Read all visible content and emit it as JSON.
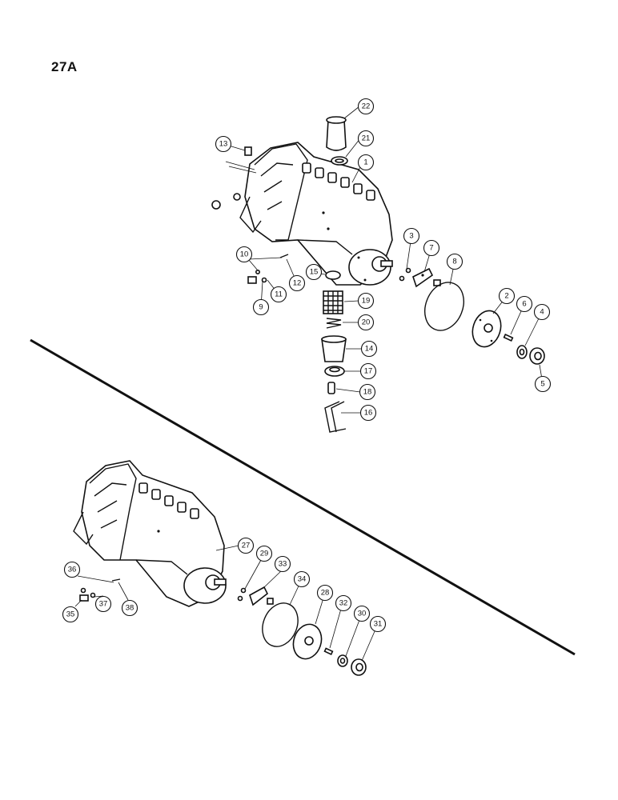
{
  "page": {
    "title": "27A"
  },
  "callouts": {
    "c1": "1",
    "c2": "2",
    "c3": "3",
    "c4": "4",
    "c5": "5",
    "c6": "6",
    "c7": "7",
    "c8": "8",
    "c9": "9",
    "c10": "10",
    "c11": "11",
    "c12": "12",
    "c13": "13",
    "c14": "14",
    "c15": "15",
    "c16": "16",
    "c17": "17",
    "c18": "18",
    "c19": "19",
    "c20": "20",
    "c21": "21",
    "c22": "22",
    "c27": "27",
    "c28": "28",
    "c29": "29",
    "c30": "30",
    "c31": "31",
    "c32": "32",
    "c33": "33",
    "c34": "34",
    "c35": "35",
    "c36": "36",
    "c37": "37",
    "c38": "38"
  }
}
